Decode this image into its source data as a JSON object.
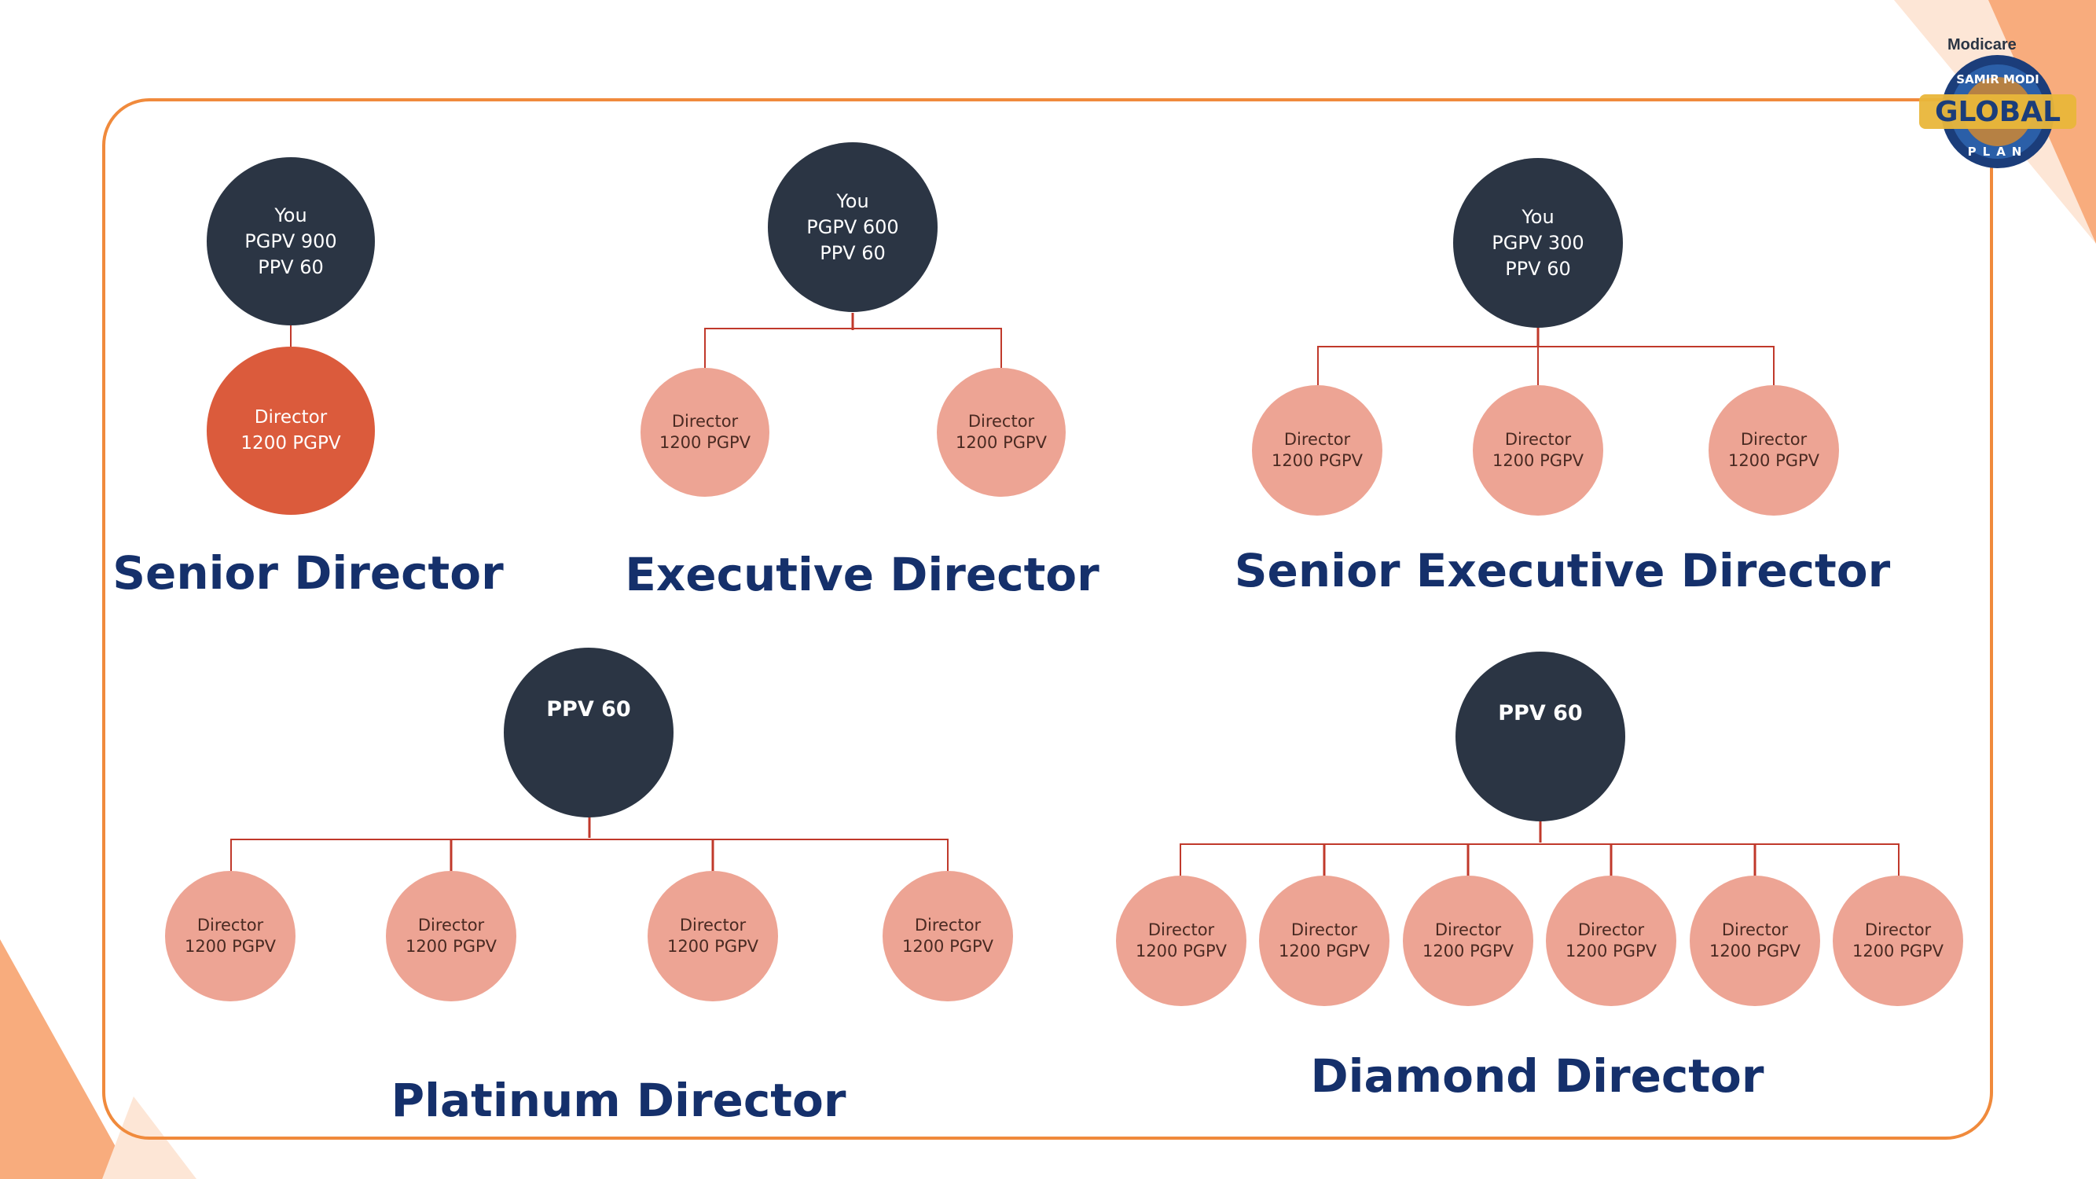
{
  "brand": {
    "company": "Modicare",
    "badge": {
      "top": "SAMIR MODI",
      "middle": "GLOBAL",
      "bottom": "PLAN"
    }
  },
  "colors": {
    "frame": "#f08a3c",
    "dark_node": "#2b3544",
    "highlight_node": "#db5b3c",
    "director_node": "#eda494",
    "title": "#15306b",
    "connector": "#c0392b"
  },
  "diagrams": {
    "senior_director": {
      "title": "Senior Director",
      "root": [
        "You",
        "PGPV 900",
        "PPV 60"
      ],
      "children": [
        [
          "Director",
          "1200 PGPV"
        ]
      ]
    },
    "executive_director": {
      "title": "Executive Director",
      "root": [
        "You",
        "PGPV 600",
        "PPV 60"
      ],
      "children": [
        [
          "Director",
          "1200 PGPV"
        ],
        [
          "Director",
          "1200 PGPV"
        ]
      ]
    },
    "senior_executive_director": {
      "title": "Senior Executive Director",
      "root": [
        "You",
        "PGPV 300",
        "PPV 60"
      ],
      "children": [
        [
          "Director",
          "1200 PGPV"
        ],
        [
          "Director",
          "1200 PGPV"
        ],
        [
          "Director",
          "1200 PGPV"
        ]
      ]
    },
    "platinum_director": {
      "title": "Platinum Director",
      "root": [
        "PPV 60"
      ],
      "children": [
        [
          "Director",
          "1200 PGPV"
        ],
        [
          "Director",
          "1200 PGPV"
        ],
        [
          "Director",
          "1200 PGPV"
        ],
        [
          "Director",
          "1200 PGPV"
        ]
      ]
    },
    "diamond_director": {
      "title": "Diamond Director",
      "root": [
        "PPV 60"
      ],
      "children": [
        [
          "Director",
          "1200 PGPV"
        ],
        [
          "Director",
          "1200 PGPV"
        ],
        [
          "Director",
          "1200 PGPV"
        ],
        [
          "Director",
          "1200 PGPV"
        ],
        [
          "Director",
          "1200 PGPV"
        ],
        [
          "Director",
          "1200 PGPV"
        ]
      ]
    }
  }
}
